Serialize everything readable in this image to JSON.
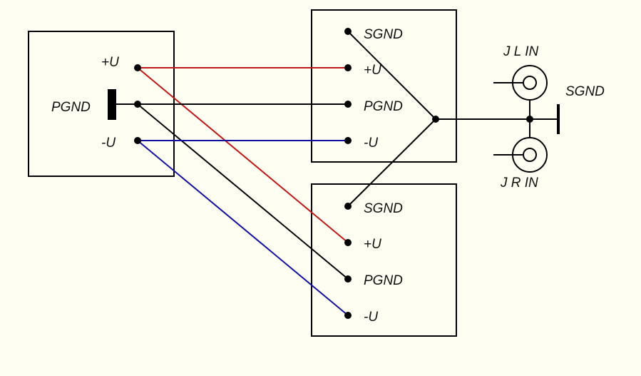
{
  "diagram": {
    "colors": {
      "background": "#fefef2",
      "positive_wire": "#c01818",
      "negative_wire": "#1010a0",
      "ground_wire": "#000000"
    },
    "power_supply": {
      "labels": {
        "plus": "+U",
        "pgnd": "PGND",
        "minus": "-U"
      }
    },
    "module_top": {
      "labels": {
        "sgnd": "SGND",
        "plus": "+U",
        "pgnd": "PGND",
        "minus": "-U"
      }
    },
    "module_bottom": {
      "labels": {
        "sgnd": "SGND",
        "plus": "+U",
        "pgnd": "PGND",
        "minus": "-U"
      }
    },
    "connectors": {
      "left": "J L IN",
      "right": "J R IN",
      "ground": "SGND"
    },
    "connections": [
      {
        "from": "power_supply.+U",
        "to": "module_top.+U",
        "color": "positive_wire"
      },
      {
        "from": "power_supply.+U",
        "to": "module_bottom.+U",
        "color": "positive_wire"
      },
      {
        "from": "power_supply.PGND",
        "to": "module_top.PGND",
        "color": "ground_wire"
      },
      {
        "from": "power_supply.PGND",
        "to": "module_bottom.PGND",
        "color": "ground_wire"
      },
      {
        "from": "power_supply.-U",
        "to": "module_top.-U",
        "color": "negative_wire"
      },
      {
        "from": "power_supply.-U",
        "to": "module_bottom.-U",
        "color": "negative_wire"
      },
      {
        "from": "module_top.SGND",
        "to": "star_ground",
        "color": "ground_wire"
      },
      {
        "from": "module_bottom.SGND",
        "to": "star_ground",
        "color": "ground_wire"
      },
      {
        "from": "star_ground",
        "to": "connectors.SGND",
        "color": "ground_wire"
      }
    ]
  }
}
